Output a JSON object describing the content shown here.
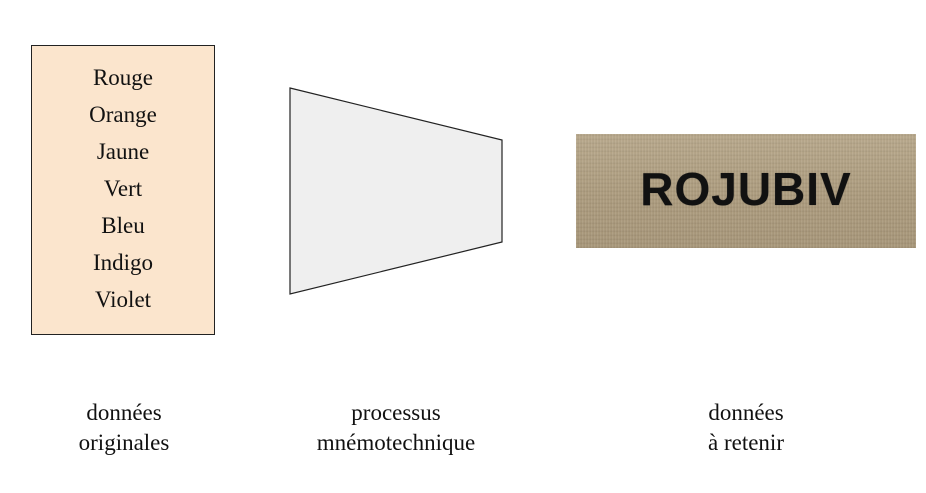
{
  "source_box": {
    "colors": [
      "Rouge",
      "Orange",
      "Jaune",
      "Vert",
      "Bleu",
      "Indigo",
      "Violet"
    ]
  },
  "result_card": {
    "mnemonic": "ROJUBIV"
  },
  "captions": {
    "original": [
      "données",
      "originales"
    ],
    "process": [
      "processus",
      "mnémotechnique"
    ],
    "result": [
      "données",
      "à retenir"
    ]
  },
  "colors": {
    "source_fill": "#fbe5cd",
    "funnel_fill": "#efefef",
    "card_base": "#b2a184",
    "text": "#111111"
  }
}
